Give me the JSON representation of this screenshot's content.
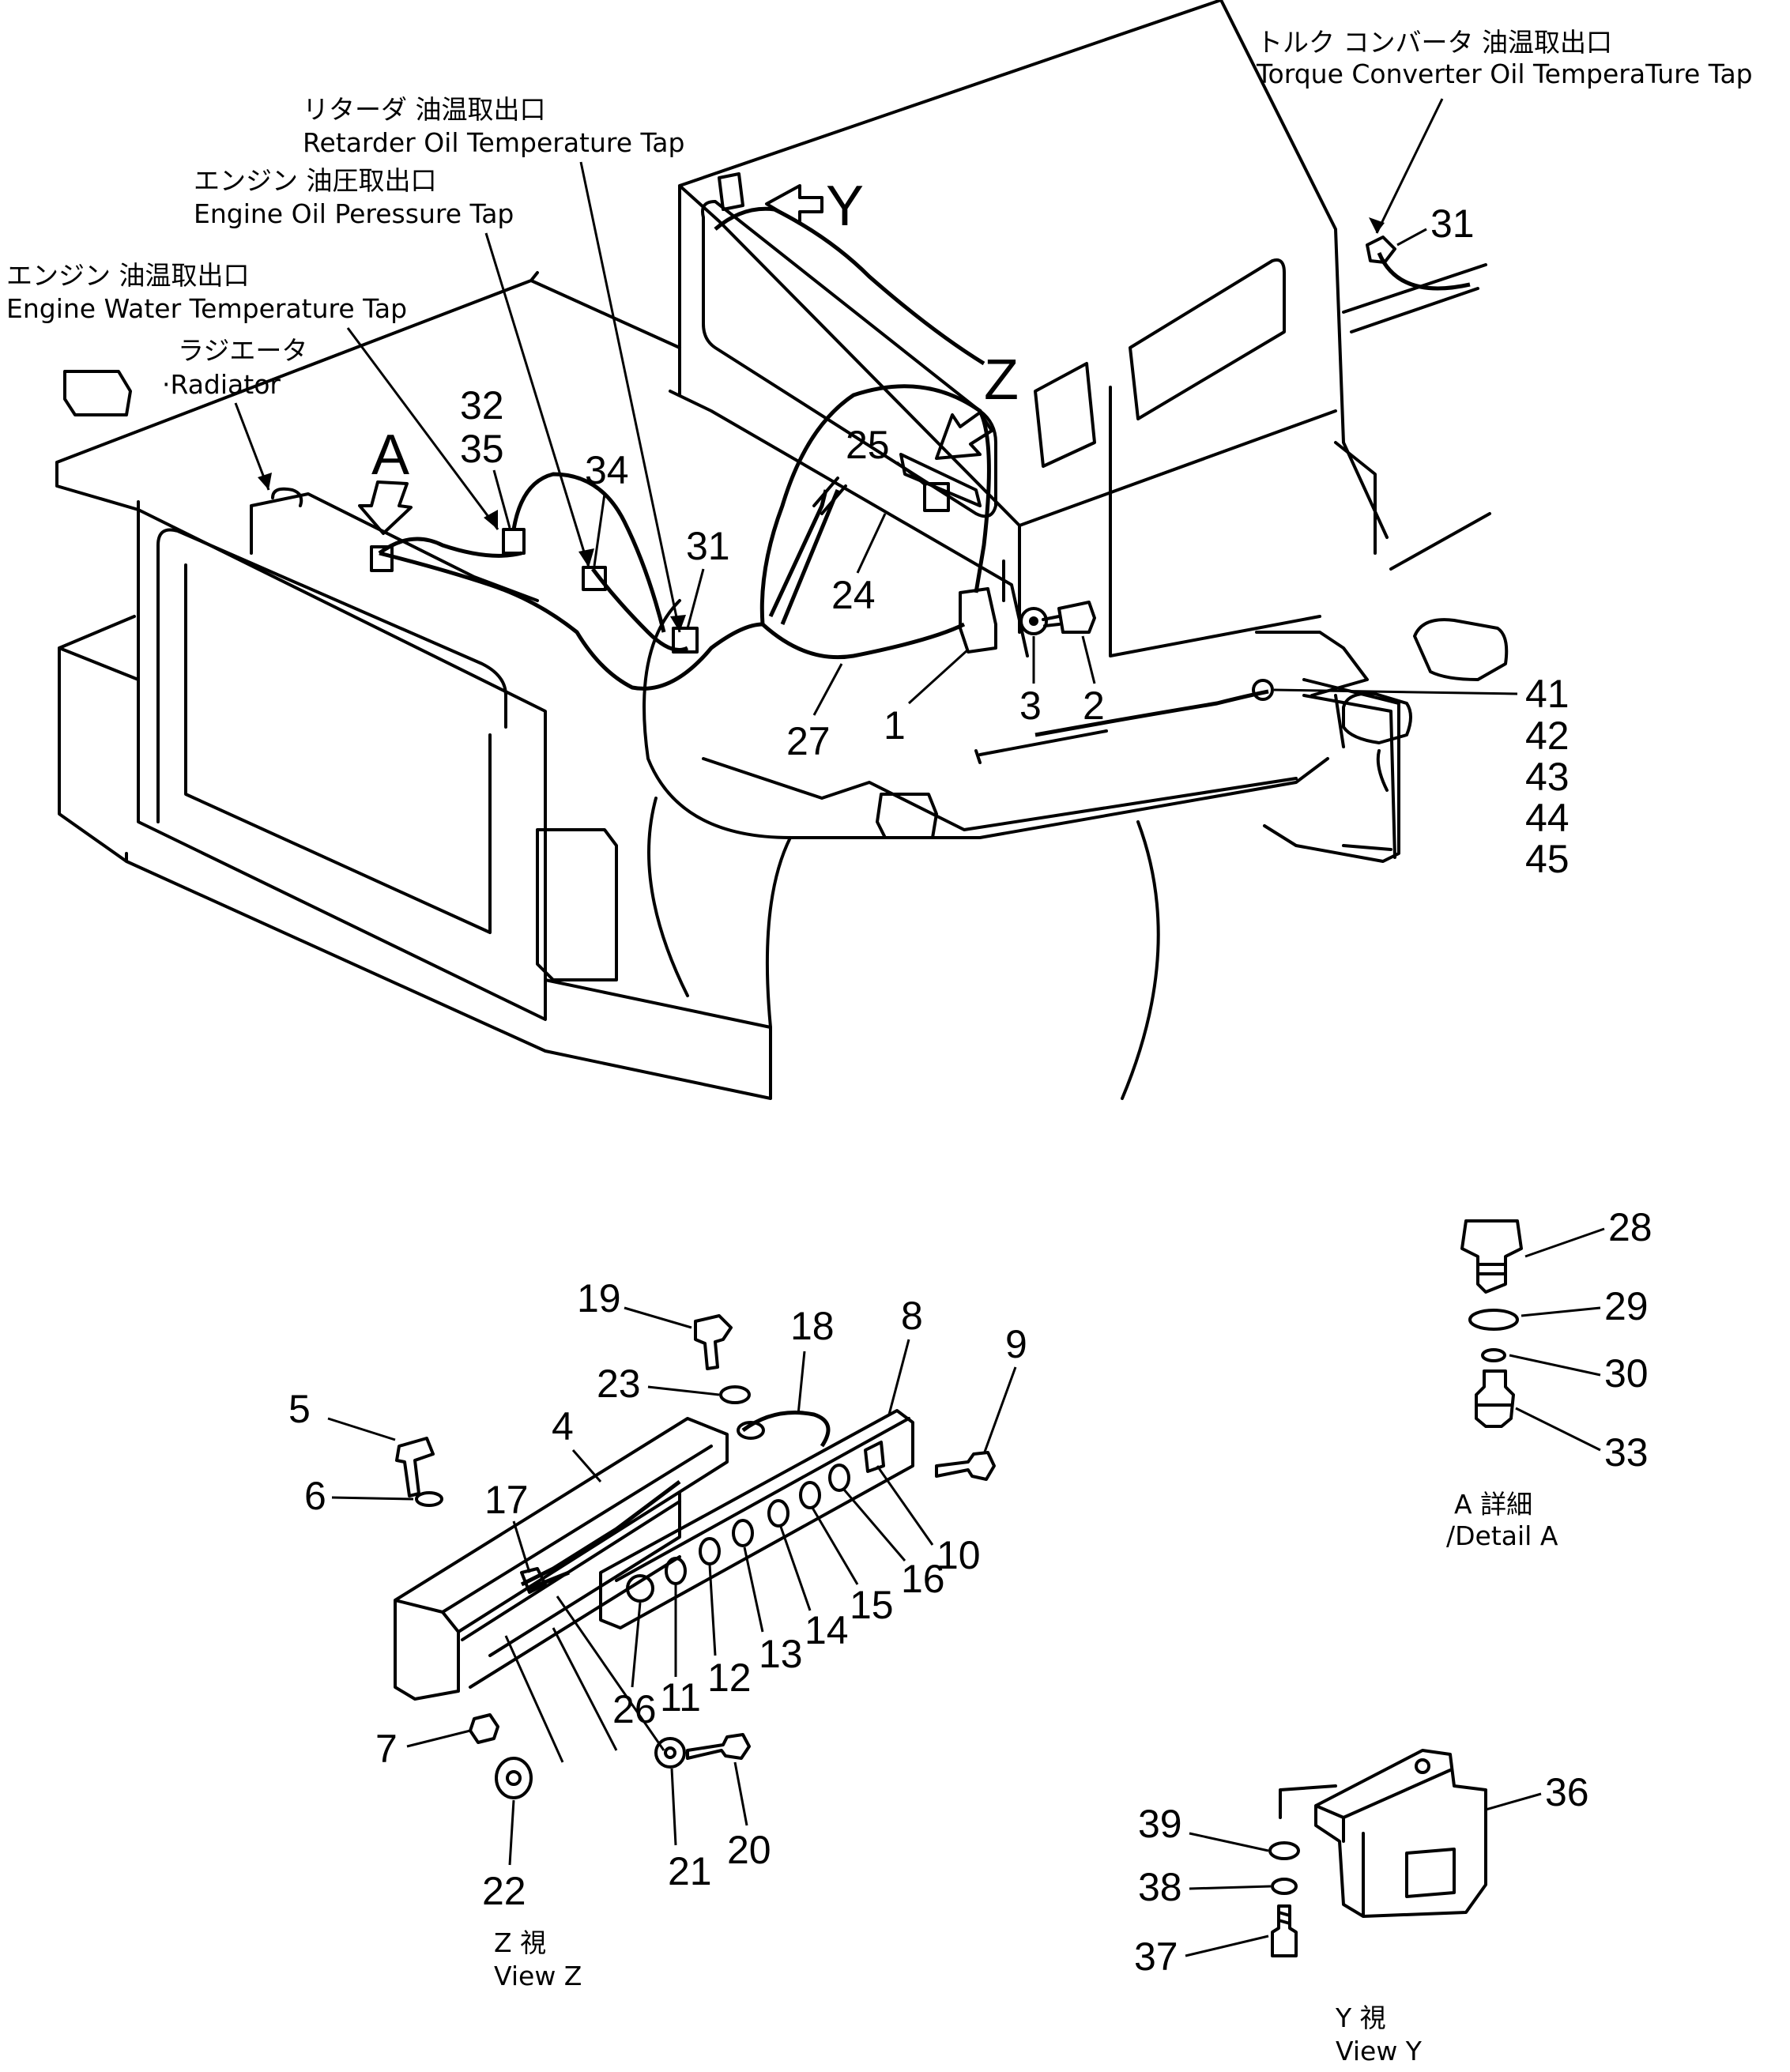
{
  "callouts": {
    "torque_jp": "トルク コンバータ 油温取出口",
    "torque_en": "Torque Converter Oil TemperaTure Tap",
    "retarder_jp": "リターダ 油温取出口",
    "retarder_en": "Retarder Oil Temperature Tap",
    "engine_oil_jp": "エンジン 油圧取出口",
    "engine_oil_en": "Engine Oil Peressure Tap",
    "engine_water_jp": "エンジン 油温取出口",
    "engine_water_en": "Engine Water Temperature Tap",
    "radiator_jp": "ラジエータ",
    "radiator_en": "·Radiator"
  },
  "view_markers": {
    "a": "A",
    "y": "Y",
    "z": "Z"
  },
  "part_numbers": {
    "p1": "1",
    "p2": "2",
    "p3": "3",
    "p4": "4",
    "p5": "5",
    "p6": "6",
    "p7": "7",
    "p8": "8",
    "p9": "9",
    "p10": "10",
    "p11": "11",
    "p12": "12",
    "p13": "13",
    "p14": "14",
    "p15": "15",
    "p16": "16",
    "p17": "17",
    "p18": "18",
    "p19": "19",
    "p20": "20",
    "p21": "21",
    "p22": "22",
    "p23": "23",
    "p24": "24",
    "p25": "25",
    "p26": "26",
    "p27": "27",
    "p28": "28",
    "p29": "29",
    "p30": "30",
    "p31": "31",
    "p32": "32",
    "p33": "33",
    "p34": "34",
    "p35": "35",
    "p36": "36",
    "p37": "37",
    "p38": "38",
    "p39": "39",
    "p41": "41",
    "p42": "42",
    "p43": "43",
    "p44": "44",
    "p45": "45"
  },
  "view_captions": {
    "detail_a_jp": "A 詳細",
    "detail_a_en": "/Detail A",
    "view_z_jp": "Z 視",
    "view_z_en": "View Z",
    "view_y_jp": "Y 視",
    "view_y_en": "View Y"
  }
}
